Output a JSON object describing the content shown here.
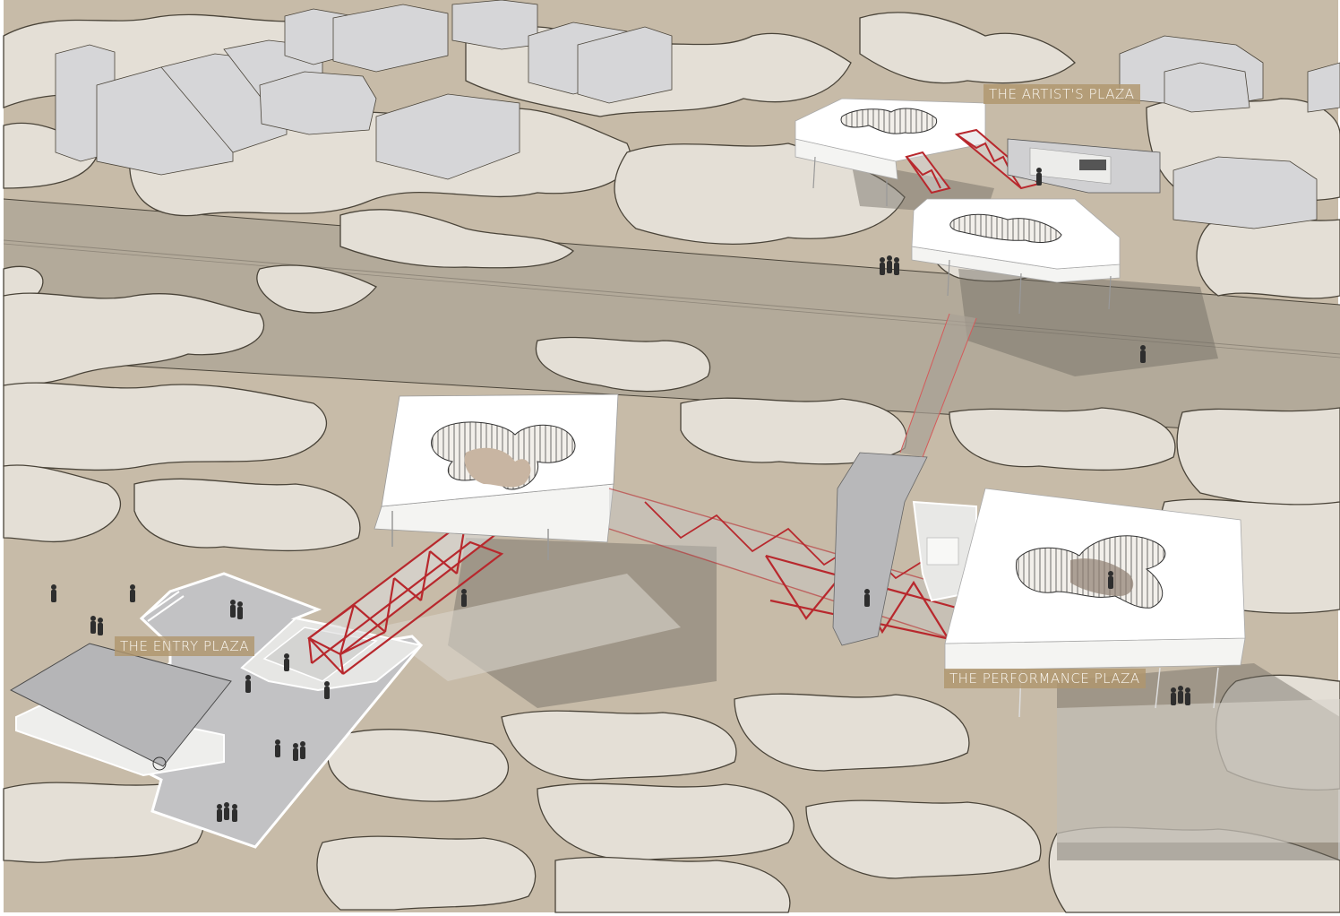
{
  "title": "Aerial axonometric site plan — linked elevated plazas through tree canopy",
  "labels": {
    "artists_plaza": "THE ARTIST'S PLAZA",
    "entry_plaza": "THE ENTRY PLAZA",
    "performance_plaza": "THE PERFORMANCE PLAZA"
  },
  "colors": {
    "ground": "#c7bba8",
    "canopy": "#e4dfd6",
    "canopy_outline": "#4a4439",
    "road": "#b3aa9a",
    "building": "#d6d6d8",
    "plaza_paving": "#c2c2c4",
    "platform": "#ffffff",
    "bridge_truss": "#b8282d",
    "label_bg": "#b0966e",
    "label_text": "#fbf8f2",
    "shadow": "#6f6a62"
  },
  "elements": {
    "platforms": [
      "artist-platform-upper",
      "artist-platform-lower",
      "entry-canopy-platform",
      "performance-platform"
    ],
    "bridges": [
      "entry-bridge",
      "central-bridge",
      "artist-bridge-a",
      "artist-bridge-b",
      "road-crossing-link"
    ],
    "structures": [
      "entry-pavilion",
      "artist-studio-building",
      "performance-stage-building"
    ]
  }
}
